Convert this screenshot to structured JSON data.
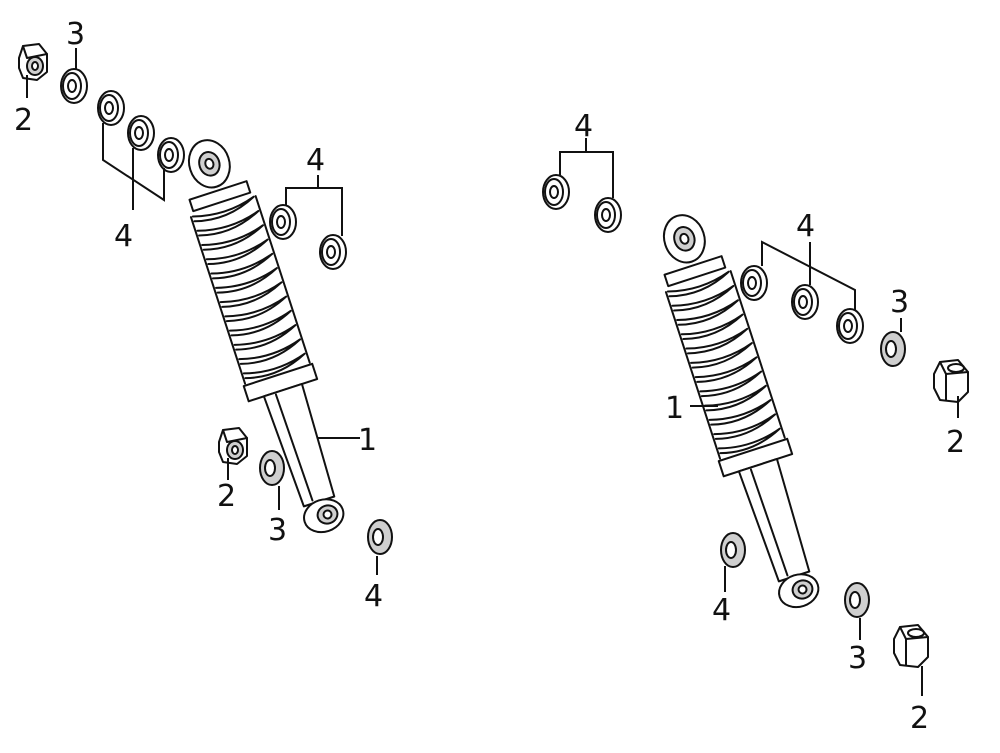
{
  "diagram": {
    "title": "",
    "parts": [
      {
        "id": "1",
        "name": "shock-absorber"
      },
      {
        "id": "2",
        "name": "nut"
      },
      {
        "id": "3",
        "name": "washer"
      },
      {
        "id": "4",
        "name": "spacer-washer"
      }
    ],
    "callouts": {
      "left": [
        "3",
        "2",
        "4",
        "4",
        "1",
        "2",
        "3",
        "4"
      ],
      "right": [
        "4",
        "4",
        "3",
        "1",
        "2",
        "4",
        "3",
        "2"
      ]
    },
    "colors": {
      "ink": "#111111",
      "background": "#ffffff"
    }
  }
}
